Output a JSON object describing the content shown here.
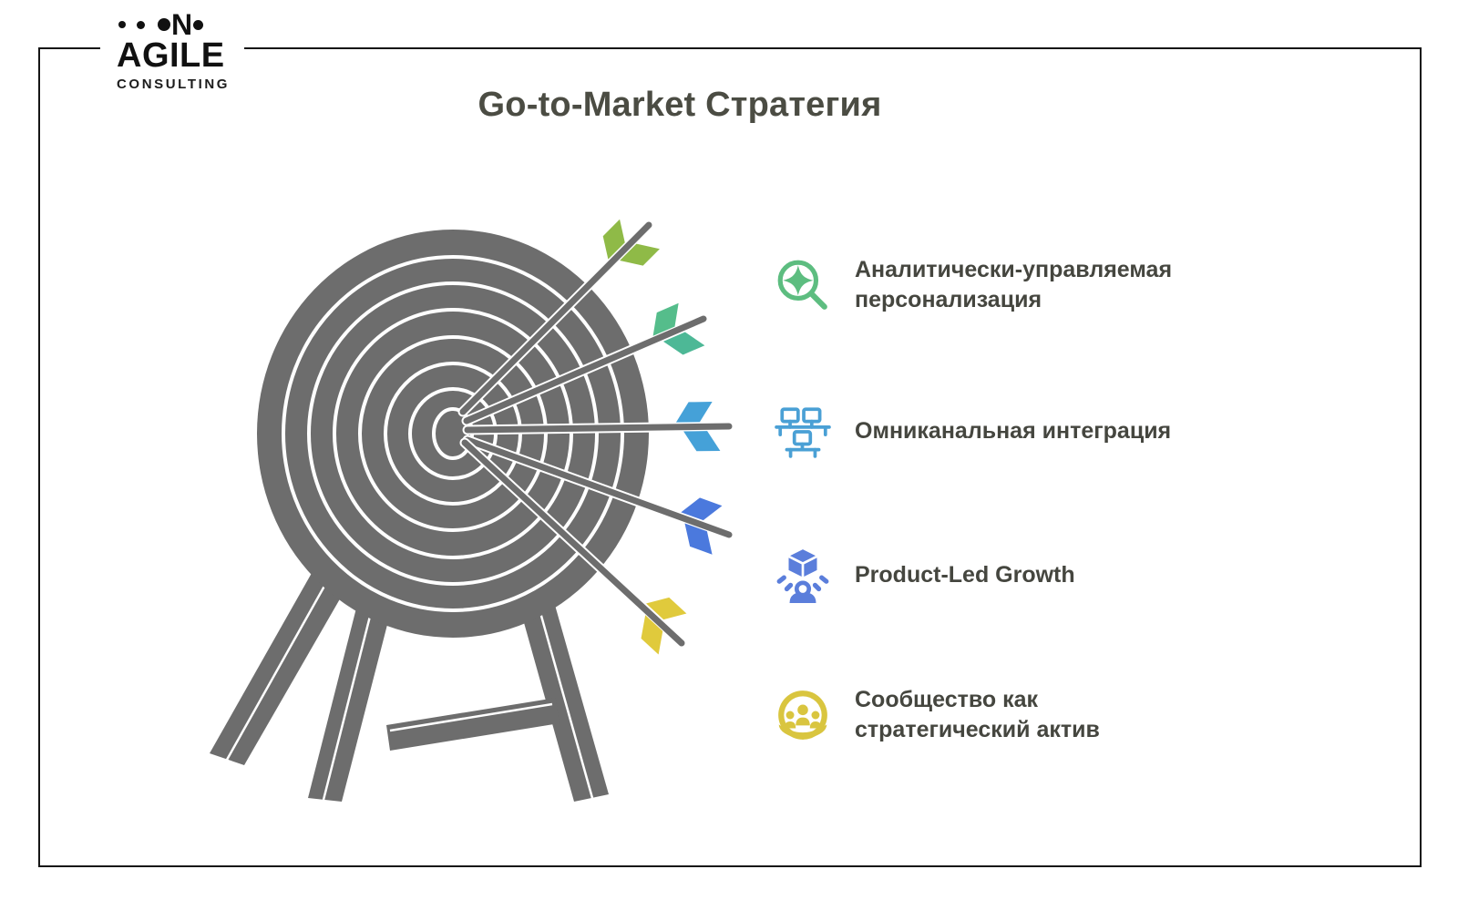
{
  "brand": {
    "dots": "• • •",
    "mark": "N",
    "name": "AGILE",
    "subtitle": "CONSULTING"
  },
  "title": "Go-to-Market Стратегия",
  "strategy_items": [
    {
      "label": "Аналитически-управляемая персонализация",
      "icon": "sparkle-magnifier-icon",
      "color": "#5dbd80"
    },
    {
      "label": "Омниканальная интеграция",
      "icon": "networked-computers-icon",
      "color": "#4aa0d5"
    },
    {
      "label": "Product-Led Growth",
      "icon": "cube-over-user-icon",
      "color": "#5b7edb"
    },
    {
      "label": "Сообщество как стратегический актив",
      "icon": "community-people-icon",
      "color": "#d9c53f"
    }
  ],
  "illustration": {
    "name": "archery-target-with-five-arrows",
    "target_color": "#6d6d6d",
    "arrow_fletching_colors": [
      "#8fba47",
      "#55bd8b",
      "#45a1d8",
      "#4b79dd",
      "#e0ca3c"
    ]
  }
}
